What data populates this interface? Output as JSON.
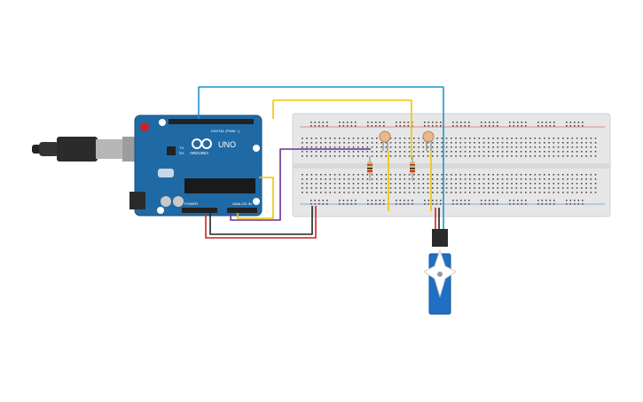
{
  "canvas": {
    "background": "#ffffff"
  },
  "arduino": {
    "brand": "ARDUINO",
    "model": "UNO",
    "digital_header_label": "DIGITAL (PWM ~)",
    "power_header_label": "POWER",
    "analog_header_label": "ANALOG IN",
    "tx_label": "TX",
    "rx_label": "RX",
    "board_color": "#1f6aa5"
  },
  "usb_cable": {
    "icon": "usb-plug-icon"
  },
  "breadboard": {
    "color": "#e6e6e6",
    "hole_color": "#4a4a4a"
  },
  "components": {
    "photoresistors": [
      "photoresistor-1",
      "photoresistor-2"
    ],
    "resistors": [
      "resistor-1",
      "resistor-2"
    ],
    "servo": {
      "icon": "micro-servo-icon",
      "color": "#1f6fc4"
    }
  },
  "wire_colors": {
    "blue": "#1f95c9",
    "yellow": "#f2c300",
    "purple": "#6a2e9a",
    "red": "#cc2222",
    "black": "#222222"
  }
}
